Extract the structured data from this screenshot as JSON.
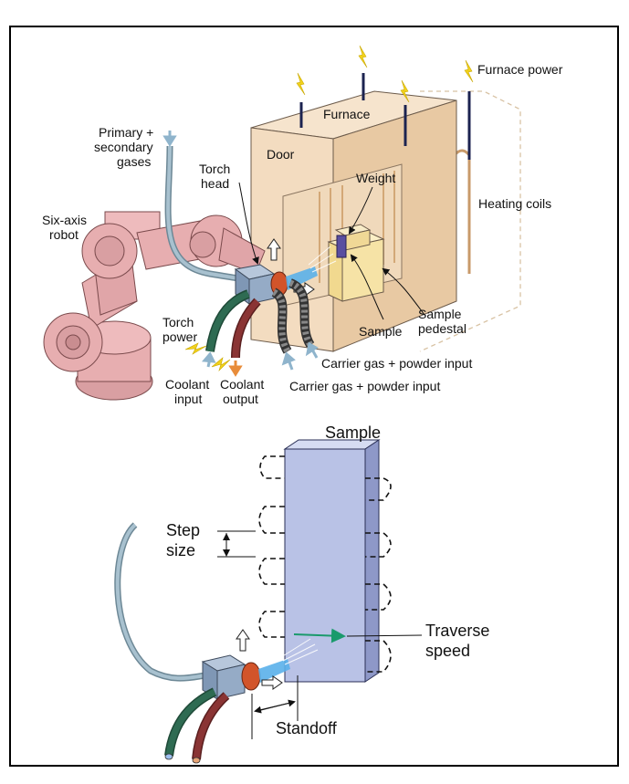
{
  "labels": {
    "furnace_power": "Furnace power",
    "furnace": "Furnace",
    "door": "Door",
    "weight": "Weight",
    "heating_coils": "Heating coils",
    "primary_line1": "Primary +",
    "primary_line2": "secondary",
    "primary_line3": "gases",
    "torch_head_line1": "Torch",
    "torch_head_line2": "head",
    "six_axis_line1": "Six-axis",
    "six_axis_line2": "robot",
    "torch_power_line1": "Torch",
    "torch_power_line2": "power",
    "sample": "Sample",
    "sample_pedestal_line1": "Sample",
    "sample_pedestal_line2": "pedestal",
    "carrier_gas_1": "Carrier gas + powder input",
    "carrier_gas_2": "Carrier gas + powder input",
    "coolant_input_line1": "Coolant",
    "coolant_input_line2": "input",
    "coolant_output_line1": "Coolant",
    "coolant_output_line2": "output",
    "sample_bottom": "Sample",
    "step_size_line1": "Step",
    "step_size_line2": "size",
    "traverse_line1": "Traverse",
    "traverse_line2": "speed",
    "standoff": "Standoff"
  },
  "colors": {
    "furnace_fill": "#f3dcc0",
    "furnace_inner": "#e8c9a3",
    "pedestal": "#f6e3a6",
    "robot_fill": "#e7aeb0",
    "robot_dark": "#c98d90",
    "torch_block": "#8fa6c2",
    "nozzle": "#d2542a",
    "flame": "#4aa3e0",
    "gas_hose": "#8aa7b8",
    "hose_green": "#2e6b52",
    "hose_red": "#8a3434",
    "sample_plate": "#b9c2e6",
    "sample_edge": "#8e98c8",
    "arrow_blue": "#8fb4cc",
    "arrow_orange": "#e88c3a",
    "spark": "#f2d21c",
    "traverse_arrow": "#1a9a6c"
  }
}
